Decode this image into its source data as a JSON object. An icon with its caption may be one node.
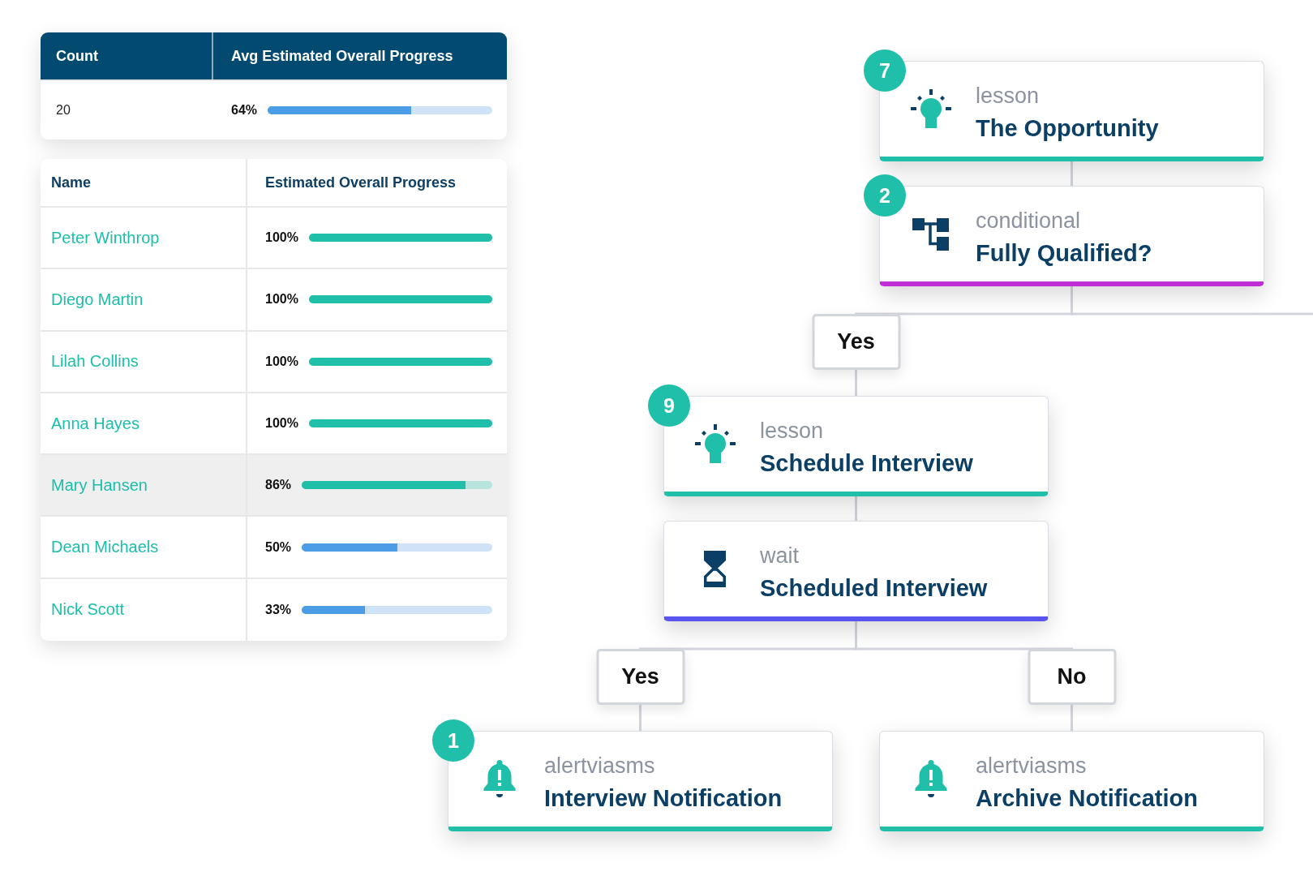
{
  "diagram": {
    "nodes": [
      {
        "text": [
          "7",
          "lesson",
          "The Opportunity"
        ]
      },
      {
        "text": [
          "2",
          "conditional",
          "Fully Qualified?"
        ]
      },
      {
        "text": [
          "9",
          "lesson",
          "Schedule Interview"
        ]
      },
      {
        "text": [
          "wait",
          "Scheduled Interview"
        ]
      },
      {
        "text": [
          "1",
          "alertviasms",
          "Interview Notification"
        ]
      },
      {
        "text": [
          "alertviasms",
          "Archive Notification"
        ]
      }
    ],
    "edges": [
      {
        "from": 0,
        "to": 1,
        "arrow": "none"
      },
      {
        "from": 1,
        "to": 2,
        "arrow": "none",
        "label": "Yes"
      },
      {
        "from": 1,
        "to": null,
        "arrow": "none"
      },
      {
        "from": 2,
        "to": 3,
        "arrow": "none"
      },
      {
        "from": 3,
        "to": 4,
        "arrow": "none",
        "label": "Yes"
      },
      {
        "from": 3,
        "to": 5,
        "arrow": "none",
        "label": "No"
      }
    ],
    "labels": [
      "Count",
      "Avg Estimated Overall Progress",
      "20",
      "64%",
      "Name",
      "Estimated Overall Progress",
      "Peter Winthrop",
      "100%",
      "Diego Martin",
      "100%",
      "Lilah Collins",
      "100%",
      "Anna Hayes",
      "100%",
      "Mary Hansen",
      "86%",
      "Dean Michaels",
      "50%",
      "Nick Scott",
      "33%"
    ]
  }
}
